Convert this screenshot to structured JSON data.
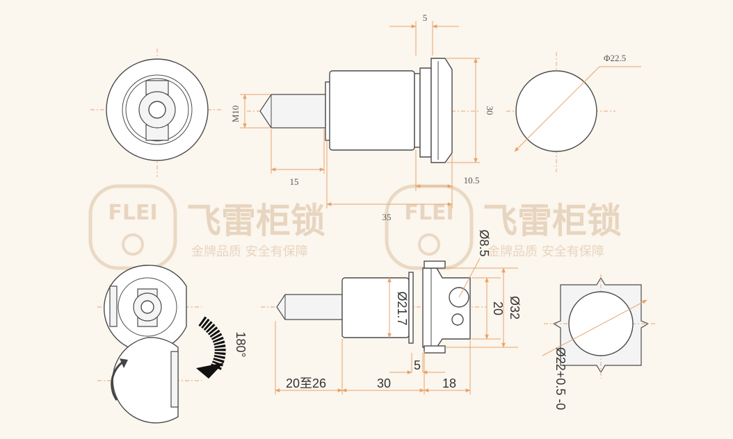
{
  "watermark": {
    "logo_text": "FLEI",
    "brand_cn": "飞雷柜锁",
    "slogan_cn": "金牌品质  安全有保障"
  },
  "top_dims": {
    "flange_thickness": "5",
    "thread": "M10",
    "flange_height": "30",
    "stud_length": "15",
    "overall_length": "35",
    "back_offset": "10.5",
    "cutout_dia": "Φ22.5"
  },
  "bottom_dims": {
    "hole_dia": "Ø8.5",
    "body_dia": "Ø21.7",
    "flange_dia": "Ø32",
    "cam_width": "20",
    "stud_range": "20至26",
    "body_length": "30",
    "flange_thickness": "5",
    "cam_length": "18",
    "rotation": "180°",
    "cutout_dia": "Ø22+0.5 -0"
  }
}
